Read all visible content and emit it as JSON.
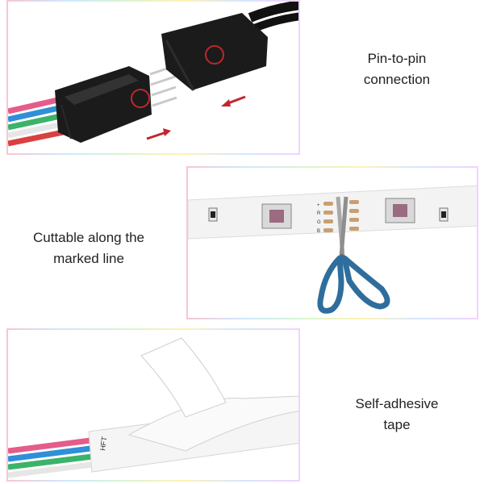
{
  "captions": {
    "connection": {
      "line1": "Pin-to-pin",
      "line2": "connection"
    },
    "cut": {
      "line1": "Cuttable along the",
      "line2": "marked line"
    },
    "tape": {
      "line1": "Self-adhesive",
      "line2": "tape"
    }
  },
  "strip_labels": {
    "r": "R",
    "g": "G",
    "b": "B",
    "plus": "+",
    "tape_print": "HFT"
  },
  "colors": {
    "accent_red": "#c0272d",
    "scissors_blue": "#2f6e9c",
    "connector_black": "#1b1b1b"
  }
}
